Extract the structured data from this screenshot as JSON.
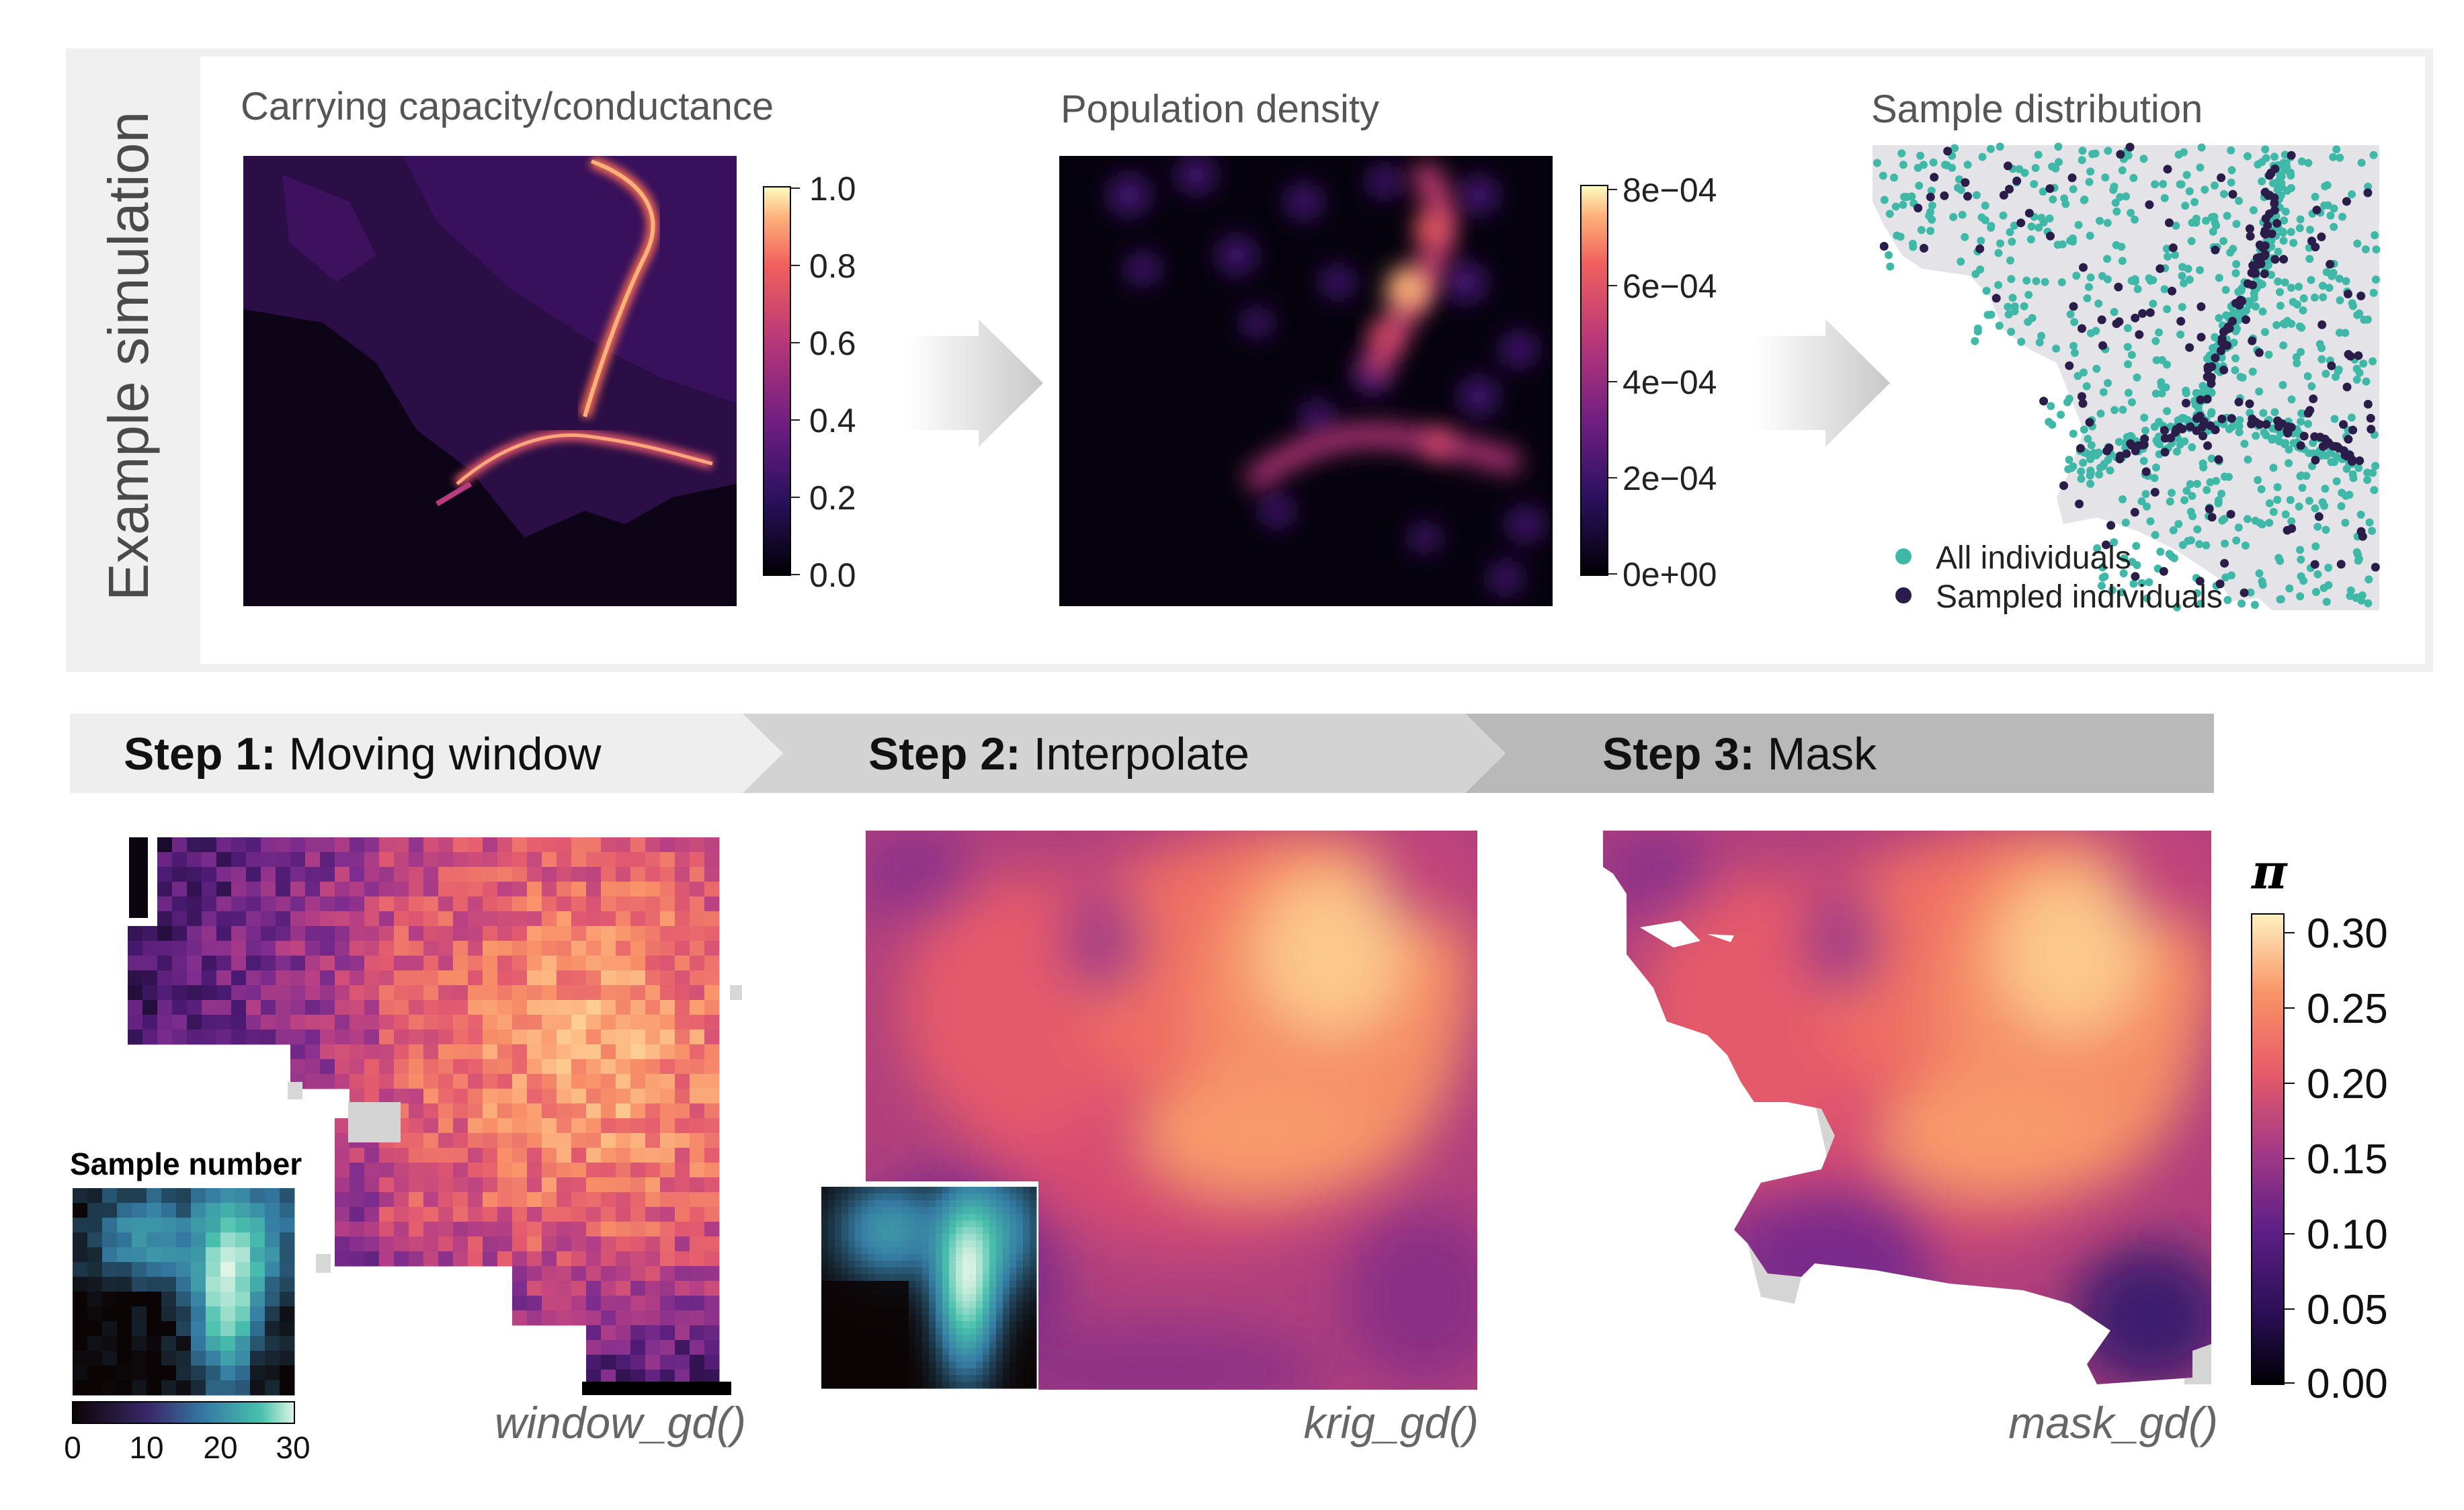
{
  "top_panel": {
    "side_label": "Example simulation",
    "carrying": {
      "title": "Carrying capacity/conductance",
      "colorbar_ticks": [
        "1.0",
        "0.8",
        "0.6",
        "0.4",
        "0.2",
        "0.0"
      ]
    },
    "density": {
      "title": "Population density",
      "colorbar_ticks": [
        "8e−04",
        "6e−04",
        "4e−04",
        "2e−04",
        "0e+00"
      ]
    },
    "sample": {
      "title": "Sample distribution",
      "legend": [
        "All individuals",
        "Sampled individuals"
      ],
      "all_color": "#3fb8a8",
      "sampled_color": "#2b1d4a"
    }
  },
  "steps": [
    {
      "bold": "Step 1:",
      "rest": " Moving window",
      "func": "window_gd()"
    },
    {
      "bold": "Step 2:",
      "rest": " Interpolate",
      "func": "krig_gd()"
    },
    {
      "bold": "Step 3:",
      "rest": " Mask",
      "func": "mask_gd()"
    }
  ],
  "inset": {
    "title": "Sample number",
    "ticks": [
      "0",
      "10",
      "20",
      "30"
    ]
  },
  "pi_scale": {
    "symbol": "π",
    "ticks": [
      "0.30",
      "0.25",
      "0.20",
      "0.15",
      "0.10",
      "0.05",
      "0.00"
    ]
  },
  "colors": {
    "magma": [
      "#000004",
      "#3b0f70",
      "#8c2981",
      "#de4968",
      "#fe9f6d",
      "#fcfdbf"
    ],
    "mako": [
      "#0b0405",
      "#357ba3",
      "#49c1ad",
      "#def5e5"
    ],
    "pi": [
      "#1a0b2e",
      "#4a1a72",
      "#7e2d8e",
      "#b53f85",
      "#e35b6e",
      "#f88f68",
      "#fec48a",
      "#fdeec0"
    ]
  }
}
